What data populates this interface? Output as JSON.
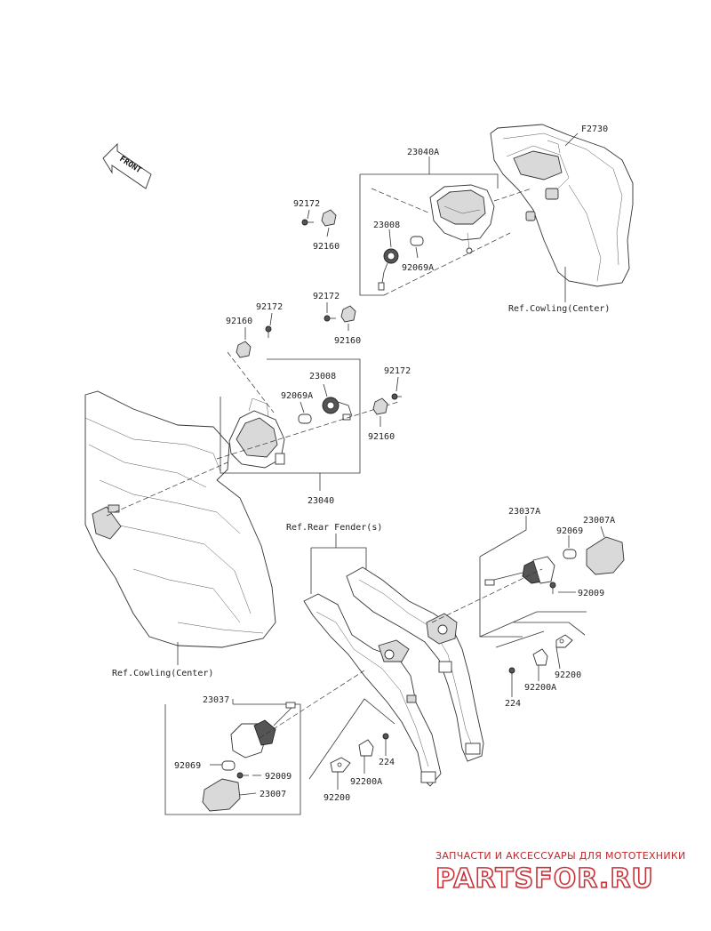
{
  "diagram": {
    "figure_ref": "F2730",
    "front_label": "FRONT",
    "labels": {
      "p23040A": "23040A",
      "p92172_a": "92172",
      "p92160_a": "92160",
      "p23008_a": "23008",
      "p92069A_a": "92069A",
      "p92172_b": "92172",
      "p92160_b": "92160",
      "ref_cowling_top": "Ref.Cowling(Center)",
      "p92172_c": "92172",
      "p92160_c": "92160",
      "p23008_b": "23008",
      "p92069A_b": "92069A",
      "p92172_d": "92172",
      "p92160_d": "92160",
      "p23040": "23040",
      "ref_rear_fender": "Ref.Rear Fender(s)",
      "p23037A": "23037A",
      "p23007A": "23007A",
      "p92069_a": "92069",
      "p92009_a": "92009",
      "p92200_a": "92200",
      "p92200A_a": "92200A",
      "p224_a": "224",
      "ref_cowling_bottom": "Ref.Cowling(Center)",
      "p23037": "23037",
      "p224_b": "224",
      "p92069_b": "92069",
      "p92009_b": "92009",
      "p92200A_b": "92200A",
      "p23007": "23007",
      "p92200_b": "92200"
    }
  },
  "watermark": {
    "tagline": "ЗАПЧАСТИ И АКСЕССУАРЫ ДЛЯ МОТОТЕХНИКИ",
    "brand": "PARTSFOR.RU"
  }
}
